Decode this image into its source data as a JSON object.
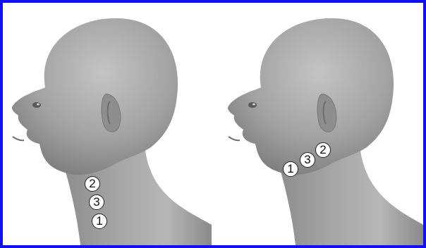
{
  "colors": {
    "border": "#1111ee",
    "skin_light": "#b9b9b9",
    "skin_mid": "#9a9a9a",
    "skin_dark": "#6f6f6f",
    "marker_fill": "#ffffff",
    "marker_stroke": "#222222"
  },
  "panels": [
    {
      "view": "left",
      "markers": [
        {
          "label": "2"
        },
        {
          "label": "3"
        },
        {
          "label": "1"
        }
      ]
    },
    {
      "view": "right",
      "markers": [
        {
          "label": "1"
        },
        {
          "label": "3"
        },
        {
          "label": "2"
        }
      ]
    }
  ]
}
